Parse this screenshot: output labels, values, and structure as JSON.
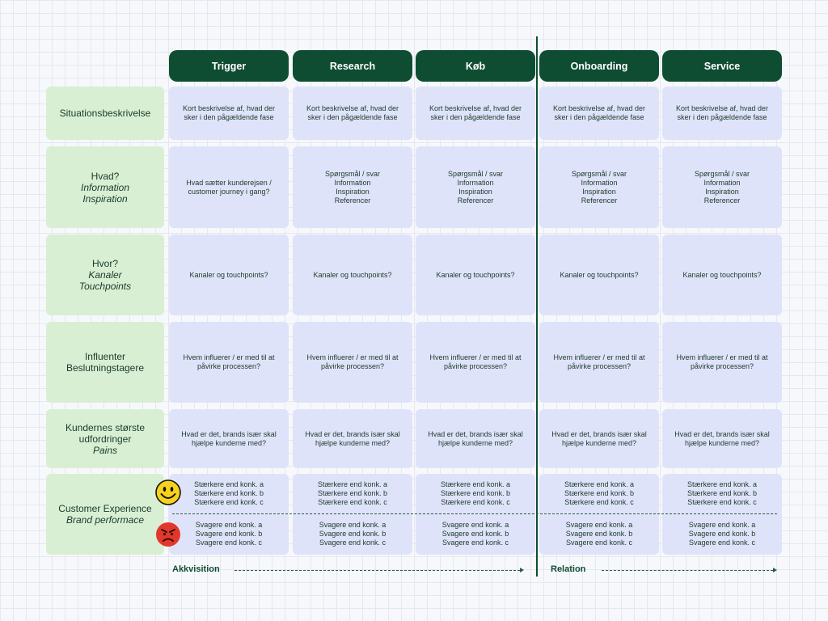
{
  "columns": [
    "Trigger",
    "Research",
    "Køb",
    "Onboarding",
    "Service"
  ],
  "rows": {
    "situation": {
      "label": [
        "Situationsbeskrivelse"
      ],
      "cells": [
        [
          "Kort beskrivelse af, hvad der",
          "sker i den pågældende fase"
        ],
        [
          "Kort beskrivelse af, hvad der",
          "sker i den pågældende fase"
        ],
        [
          "Kort beskrivelse af, hvad der",
          "sker i den pågældende fase"
        ],
        [
          "Kort beskrivelse af, hvad der",
          "sker i den pågældende fase"
        ],
        [
          "Kort beskrivelse af, hvad der",
          "sker i den pågældende fase"
        ]
      ]
    },
    "hvad": {
      "label": [
        "Hvad?",
        "Information",
        "Inspiration"
      ],
      "cells": [
        [
          "Hvad sætter kunderejsen /",
          "customer journey i gang?"
        ],
        [
          "Spørgsmål / svar",
          "Information",
          "Inspiration",
          "Referencer"
        ],
        [
          "Spørgsmål / svar",
          "Information",
          "Inspiration",
          "Referencer"
        ],
        [
          "Spørgsmål / svar",
          "Information",
          "Inspiration",
          "Referencer"
        ],
        [
          "Spørgsmål / svar",
          "Information",
          "Inspiration",
          "Referencer"
        ]
      ]
    },
    "hvor": {
      "label": [
        "Hvor?",
        "Kanaler",
        "Touchpoints"
      ],
      "cells": [
        [
          "Kanaler og touchpoints?"
        ],
        [
          "Kanaler og touchpoints?"
        ],
        [
          "Kanaler og touchpoints?"
        ],
        [
          "Kanaler og touchpoints?"
        ],
        [
          "Kanaler og touchpoints?"
        ]
      ]
    },
    "influenter": {
      "label": [
        "Influenter",
        "Beslutningstagere"
      ],
      "cells": [
        [
          "Hvem influerer / er med til at",
          "påvirke processen?"
        ],
        [
          "Hvem influerer / er med til at",
          "påvirke processen?"
        ],
        [
          "Hvem influerer / er med til at",
          "påvirke processen?"
        ],
        [
          "Hvem influerer / er med til at",
          "påvirke processen?"
        ],
        [
          "Hvem influerer / er med til at",
          "påvirke processen?"
        ]
      ]
    },
    "pains": {
      "label": [
        "Kundernes største",
        "udfordringer",
        "Pains"
      ],
      "cells": [
        [
          "Hvad er det, brands især skal",
          "hjælpe kunderne med?"
        ],
        [
          "Hvad er det, brands især skal",
          "hjælpe kunderne med?"
        ],
        [
          "Hvad er det, brands især skal",
          "hjælpe kunderne med?"
        ],
        [
          "Hvad er det, brands især skal",
          "hjælpe kunderne med?"
        ],
        [
          "Hvad er det, brands især skal",
          "hjælpe kunderne med?"
        ]
      ]
    },
    "cx": {
      "label": [
        "Customer Experience",
        "Brand performace"
      ],
      "stronger": [
        "Stærkere end konk. a",
        "Stærkere end konk. b",
        "Stærkere end konk. c"
      ],
      "weaker": [
        "Svagere end konk. a",
        "Svagere end konk. b",
        "Svagere end konk. c"
      ]
    }
  },
  "footer": {
    "left": "Akkvisition",
    "right": "Relation"
  },
  "icons": {
    "happy": "happy-face-icon",
    "angry": "angry-face-icon"
  },
  "colors": {
    "header_bg": "#0f4d32",
    "label_bg": "#d8efd4",
    "cell_bg": "#dfe3fa",
    "happy": "#f7d21c",
    "angry": "#e2382c"
  }
}
